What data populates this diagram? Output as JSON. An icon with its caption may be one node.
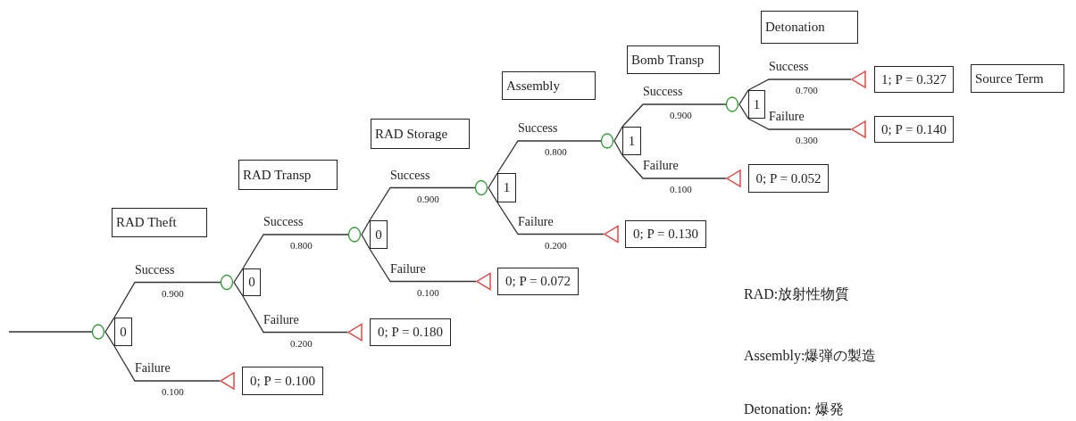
{
  "diagram": {
    "nodes": [
      {
        "text": [
          "RAD Theft"
        ]
      },
      {
        "text": [
          "RAD Transp"
        ]
      },
      {
        "text": [
          "RAD Storage"
        ]
      },
      {
        "text": [
          "Assembly"
        ]
      },
      {
        "text": [
          "Bomb Transp"
        ]
      },
      {
        "text": [
          "Detonation"
        ]
      },
      {
        "text": [
          "Source Term"
        ]
      },
      {
        "text": [
          "0"
        ]
      },
      {
        "text": [
          "0"
        ]
      },
      {
        "text": [
          "0"
        ]
      },
      {
        "text": [
          "1"
        ]
      },
      {
        "text": [
          "1"
        ]
      },
      {
        "text": [
          "1"
        ]
      },
      {
        "text": [
          "0; P = 0.100"
        ]
      },
      {
        "text": [
          "0; P = 0.180"
        ]
      },
      {
        "text": [
          "0; P = 0.072"
        ]
      },
      {
        "text": [
          "0; P = 0.130"
        ]
      },
      {
        "text": [
          "0; P = 0.052"
        ]
      },
      {
        "text": [
          "1; P = 0.327"
        ]
      },
      {
        "text": [
          "0; P = 0.140"
        ]
      }
    ],
    "edges": [
      {
        "from": null,
        "to": 7,
        "arrow": "none"
      },
      {
        "from": 7,
        "to": 8,
        "arrow": "none",
        "label": "Success"
      },
      {
        "from": 7,
        "to": 13,
        "arrow": "none",
        "label": "Failure"
      },
      {
        "from": 8,
        "to": 9,
        "arrow": "none",
        "label": "Success"
      },
      {
        "from": 8,
        "to": 14,
        "arrow": "none",
        "label": "Failure"
      },
      {
        "from": 9,
        "to": 10,
        "arrow": "none",
        "label": "Success"
      },
      {
        "from": 9,
        "to": 15,
        "arrow": "none",
        "label": "Failure"
      },
      {
        "from": 10,
        "to": 11,
        "arrow": "none",
        "label": "Success"
      },
      {
        "from": 10,
        "to": 16,
        "arrow": "none",
        "label": "Failure"
      },
      {
        "from": 11,
        "to": 12,
        "arrow": "none",
        "label": "Success"
      },
      {
        "from": 11,
        "to": 17,
        "arrow": "none",
        "label": "Failure"
      },
      {
        "from": 12,
        "to": 18,
        "arrow": "none",
        "label": "Success"
      },
      {
        "from": 12,
        "to": 19,
        "arrow": "none",
        "label": "Failure"
      }
    ],
    "labels": [
      "0.900",
      "0.100",
      "0.800",
      "0.200",
      "0.900",
      "0.100",
      "0.800",
      "0.200",
      "0.900",
      "0.100",
      "0.700",
      "0.300",
      "RAD:放射性物質",
      "Assembly:爆弾の製造",
      "Detonation: 爆発"
    ]
  }
}
